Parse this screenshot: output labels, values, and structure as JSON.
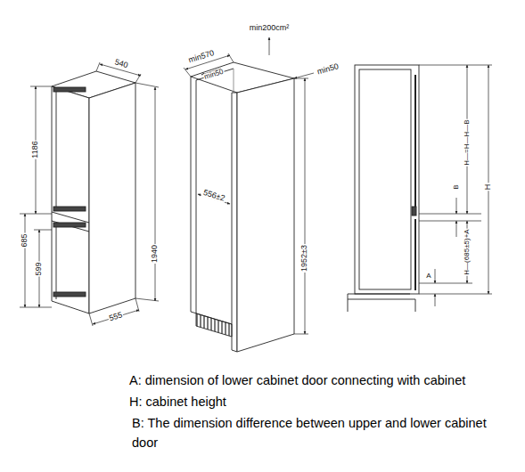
{
  "diagram": {
    "labels": [
      "min200cm²",
      "540",
      "min570",
      "min50",
      "min50",
      "1186",
      "685",
      "599",
      "1940",
      "555",
      "556±2",
      "1952±3",
      "H—=H—H—B",
      "B",
      "H",
      "H—(685±5)+A",
      "A",
      "A: dimension of lower cabinet door connecting with cabinet",
      "H: cabinet height",
      "B: The dimension difference between upper and lower cabinet door"
    ]
  }
}
